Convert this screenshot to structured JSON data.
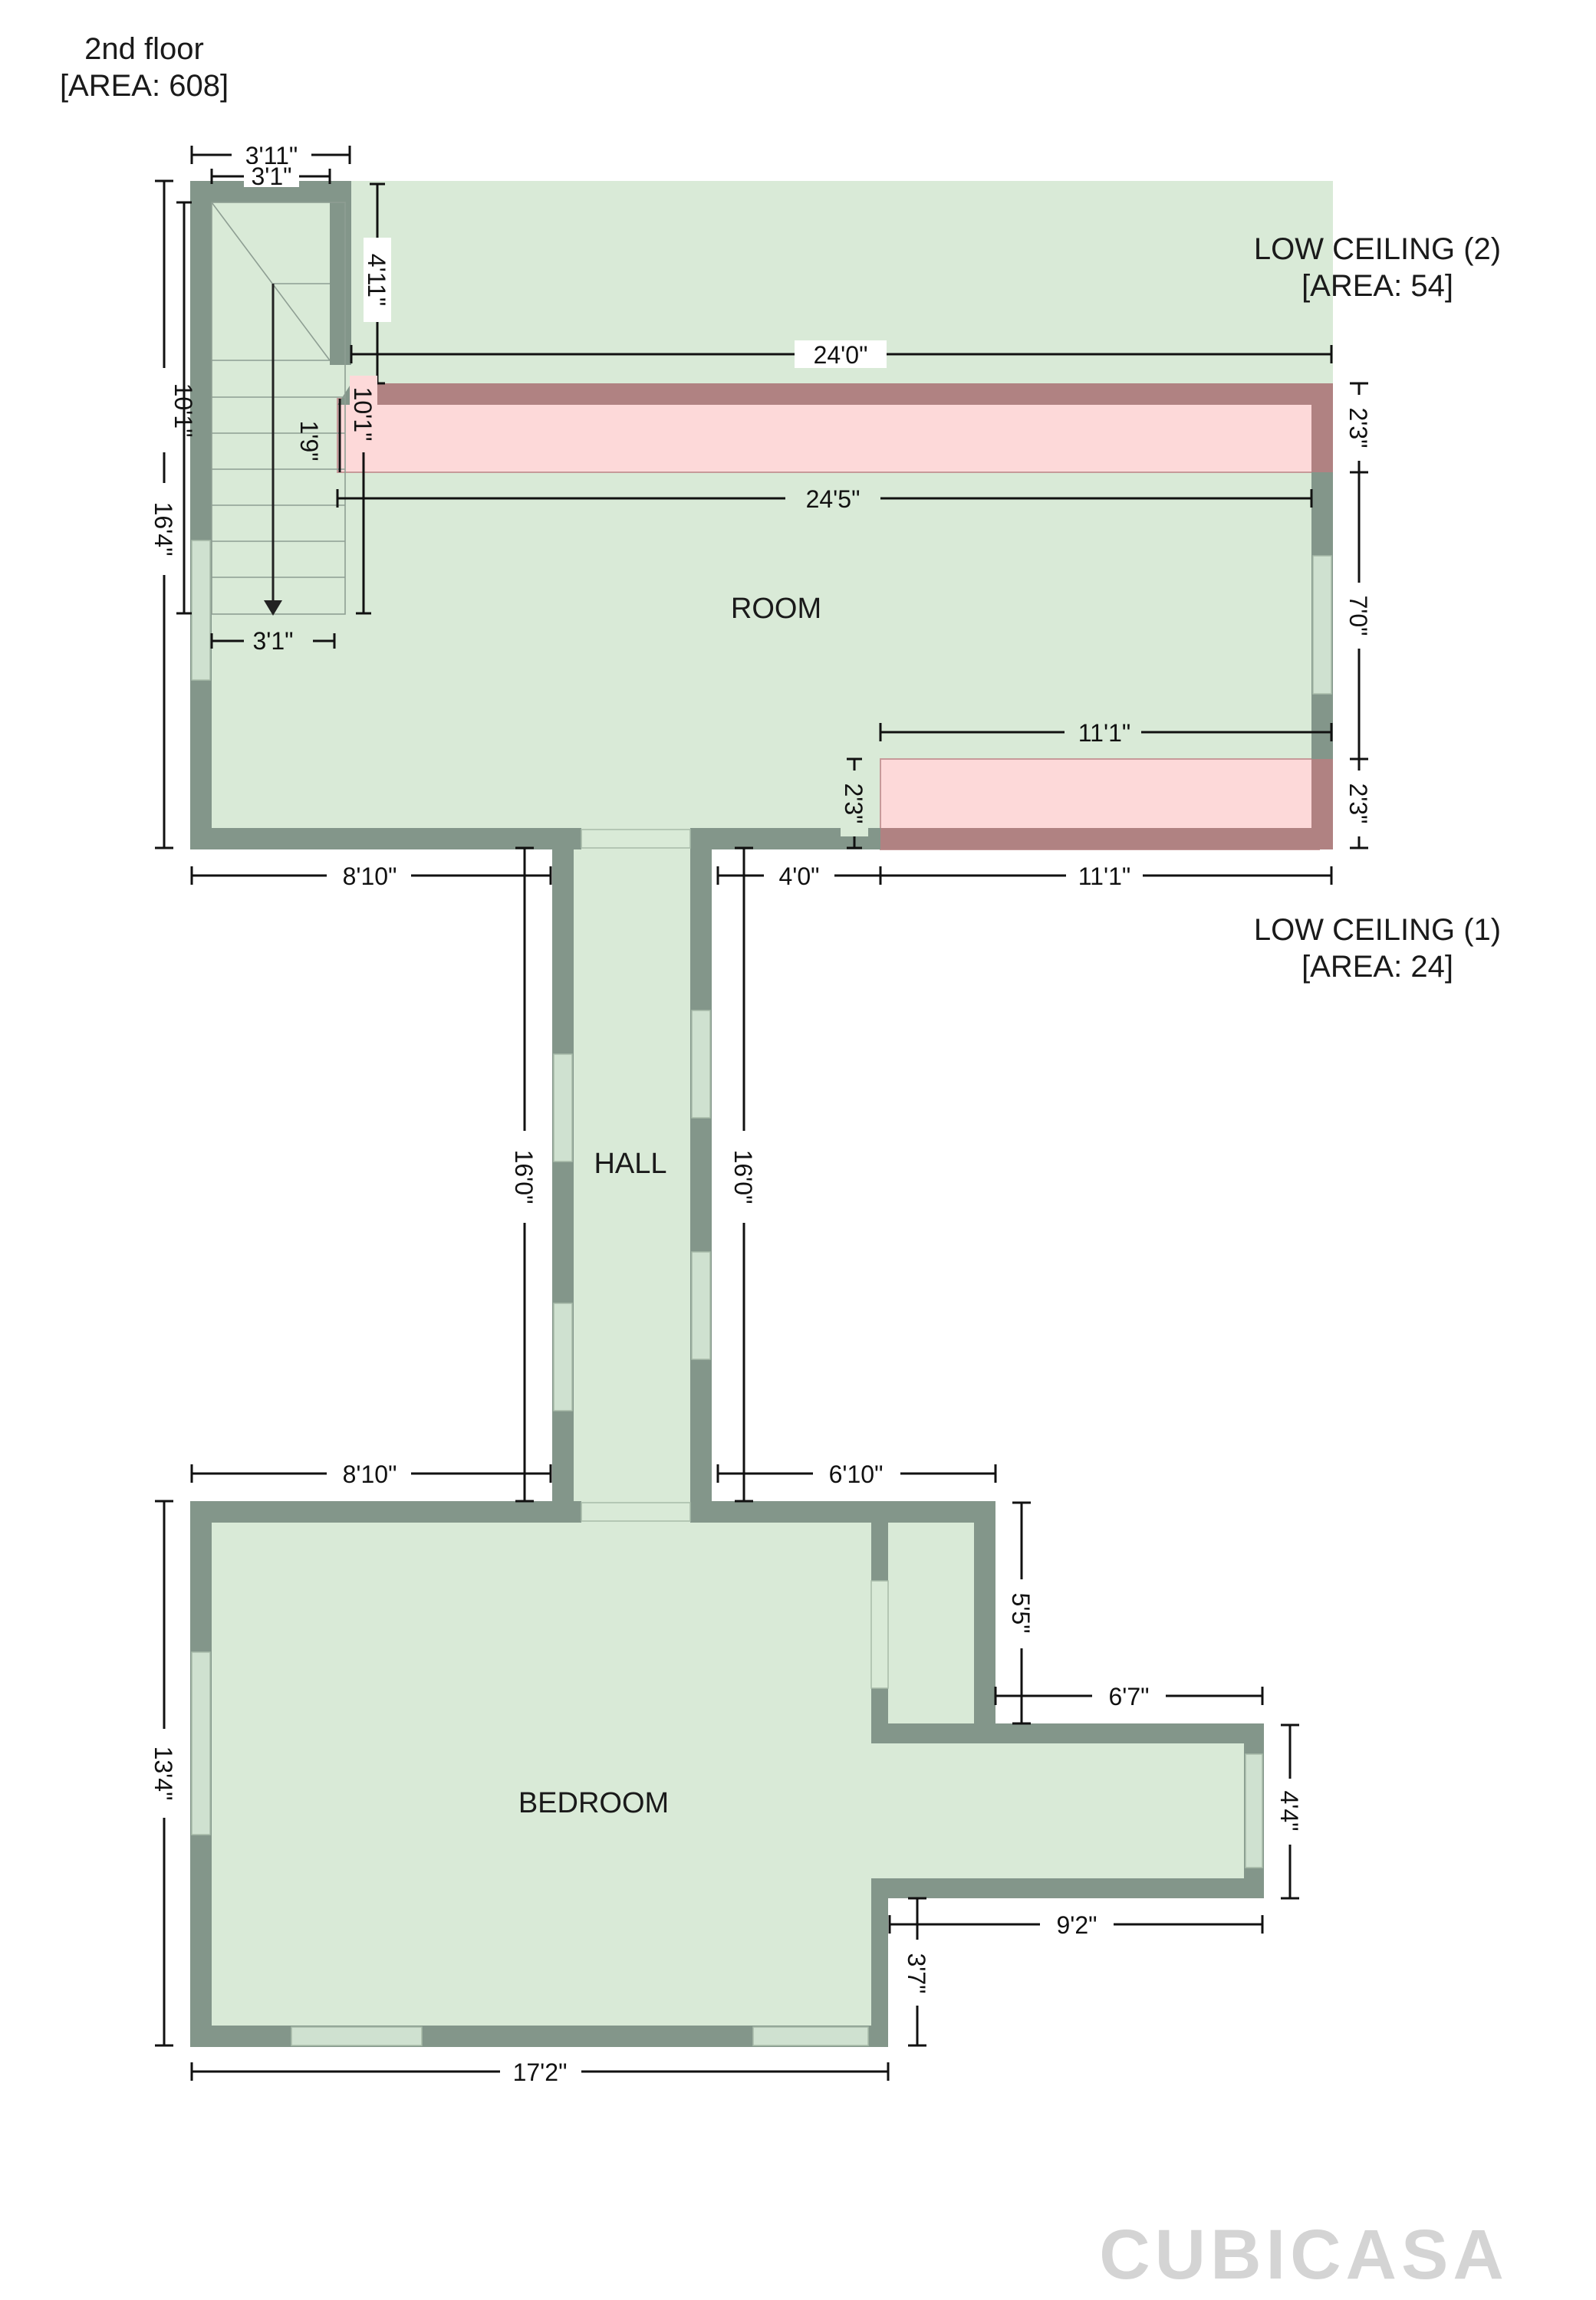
{
  "floor": {
    "name": "2nd floor",
    "area": "[AREA: 608]"
  },
  "rooms": {
    "room": "ROOM",
    "hall": "HALL",
    "bedroom": "BEDROOM"
  },
  "low_ceiling_1": {
    "name": "LOW CEILING (1)",
    "area": "[AREA: 24]"
  },
  "low_ceiling_2": {
    "name": "LOW CEILING (2)",
    "area": "[AREA: 54]"
  },
  "dimensions": {
    "stair_outer_width": "3'11\"",
    "stair_inner_width_top": "3'1\"",
    "stair_inner_width_bottom": "3'1\"",
    "stair_inner_height": "10'1\"",
    "stair_right_height": "10'1\"",
    "upper_notch": "4'11\"",
    "left_total_height": "16'4\"",
    "stair_step_gap": "1'9\"",
    "room_top_width": "24'0\"",
    "room_inner_width": "24'5\"",
    "right_top_depth": "2'3\"",
    "right_mid": "7'0\"",
    "right_bottom_depth": "2'3\"",
    "low_ceiling_1_width": "11'1\"",
    "low_ceiling_1_depth": "2'3\"",
    "bottom_left_width": "8'10\"",
    "bottom_mid_width": "4'0\"",
    "bottom_right_width": "11'1\"",
    "hall_left_length": "16'0\"",
    "hall_right_length": "16'0\"",
    "bedroom_top_left": "8'10\"",
    "bedroom_top_right": "6'10\"",
    "closet_height": "5'5\"",
    "ext_top_width": "6'7\"",
    "ext_height": "4'4\"",
    "ext_bottom_width": "9'2\"",
    "ext_bottom_step": "3'7\"",
    "bedroom_height": "13'4\"",
    "bedroom_width": "17'2\""
  },
  "brand": {
    "logo": "CUBICASA"
  },
  "colors": {
    "floor": "#d9ead7",
    "wall": "#83968a",
    "window": "#cfe1d0",
    "low_ceiling_fill": "#fdd9d9",
    "low_ceiling_wall": "#b08282",
    "dimension_line": "#111111"
  }
}
